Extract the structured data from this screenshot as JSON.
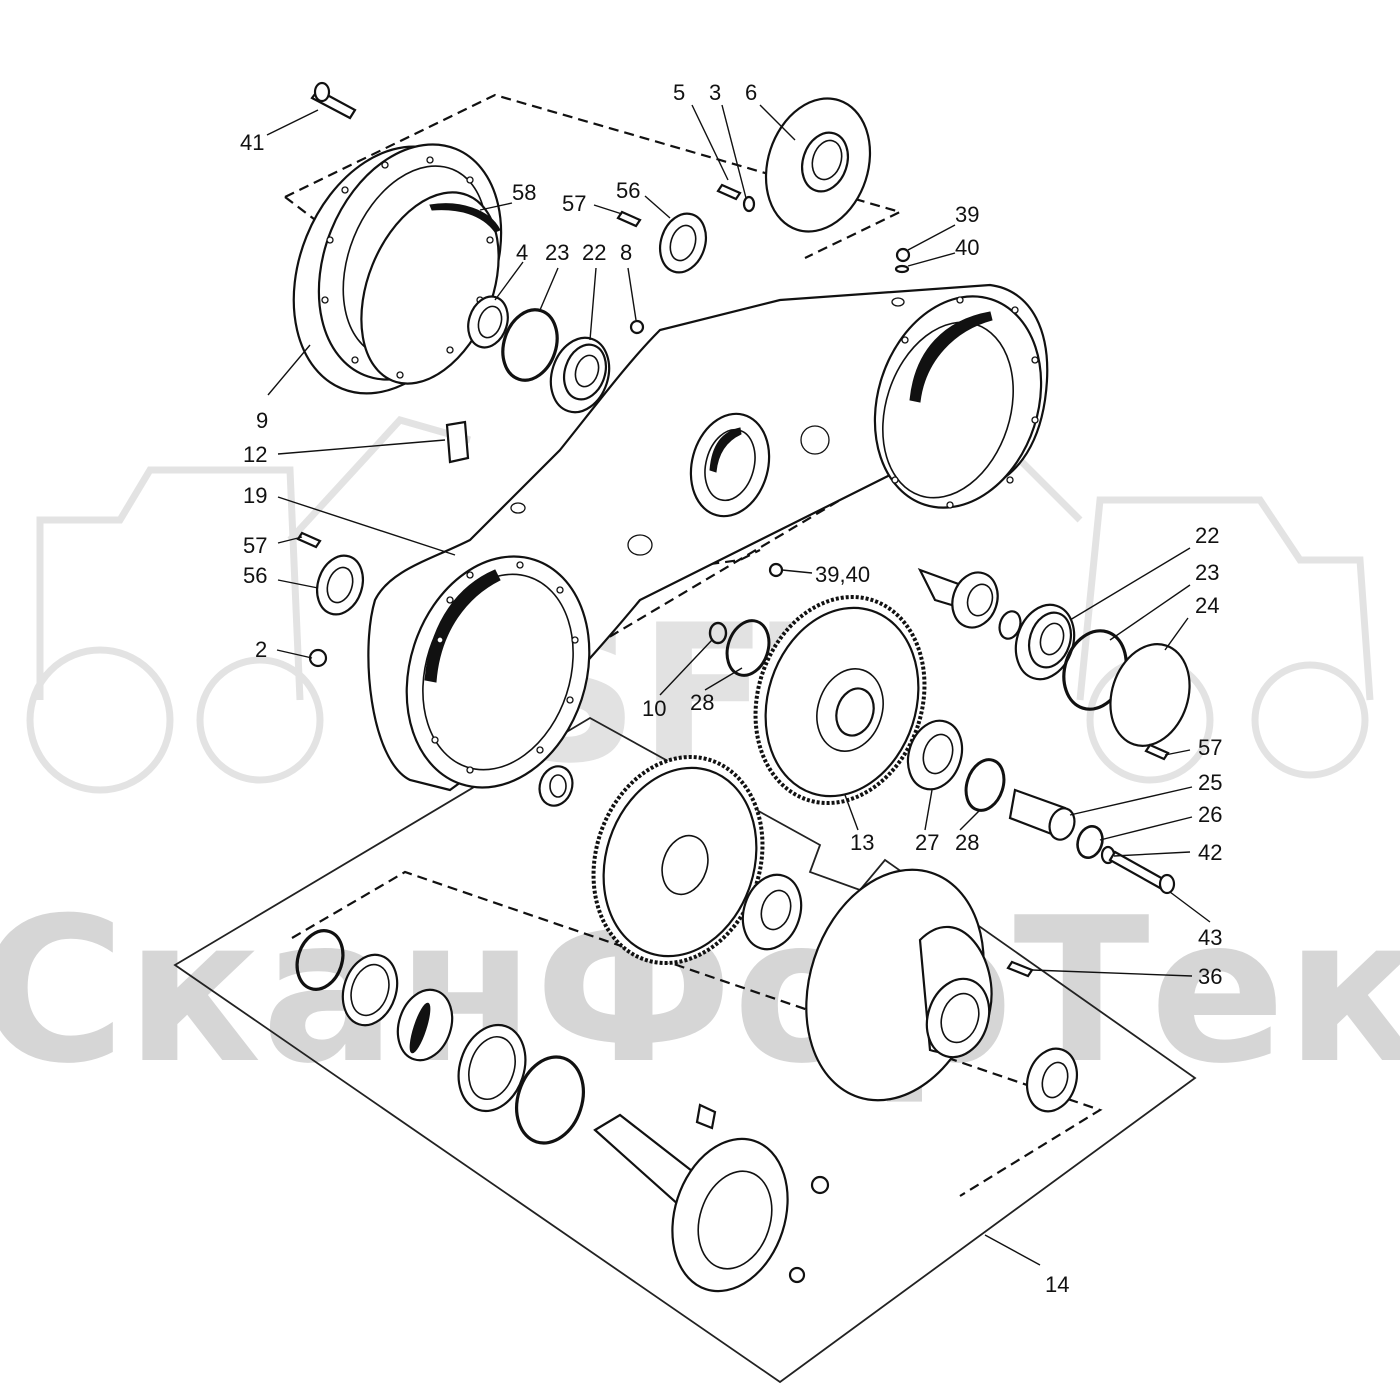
{
  "watermark": {
    "company_text": "СканФорТек",
    "logo_text": "SFT"
  },
  "callouts": [
    {
      "id": "c41",
      "label": "41"
    },
    {
      "id": "c5",
      "label": "5"
    },
    {
      "id": "c3",
      "label": "3"
    },
    {
      "id": "c6",
      "label": "6"
    },
    {
      "id": "c58",
      "label": "58"
    },
    {
      "id": "c57a",
      "label": "57"
    },
    {
      "id": "c56a",
      "label": "56"
    },
    {
      "id": "c39a",
      "label": "39"
    },
    {
      "id": "c40a",
      "label": "40"
    },
    {
      "id": "c4",
      "label": "4"
    },
    {
      "id": "c23a",
      "label": "23"
    },
    {
      "id": "c22a",
      "label": "22"
    },
    {
      "id": "c8",
      "label": "8"
    },
    {
      "id": "c9",
      "label": "9"
    },
    {
      "id": "c12",
      "label": "12"
    },
    {
      "id": "c19",
      "label": "19"
    },
    {
      "id": "c57b",
      "label": "57"
    },
    {
      "id": "c56b",
      "label": "56"
    },
    {
      "id": "c2",
      "label": "2"
    },
    {
      "id": "c3940",
      "label": "39,40"
    },
    {
      "id": "c22b",
      "label": "22"
    },
    {
      "id": "c23b",
      "label": "23"
    },
    {
      "id": "c24",
      "label": "24"
    },
    {
      "id": "c10",
      "label": "10"
    },
    {
      "id": "c28a",
      "label": "28"
    },
    {
      "id": "c57c",
      "label": "57"
    },
    {
      "id": "c25",
      "label": "25"
    },
    {
      "id": "c26",
      "label": "26"
    },
    {
      "id": "c42",
      "label": "42"
    },
    {
      "id": "c13",
      "label": "13"
    },
    {
      "id": "c27",
      "label": "27"
    },
    {
      "id": "c28b",
      "label": "28"
    },
    {
      "id": "c43",
      "label": "43"
    },
    {
      "id": "c36",
      "label": "36"
    },
    {
      "id": "c14",
      "label": "14"
    }
  ]
}
